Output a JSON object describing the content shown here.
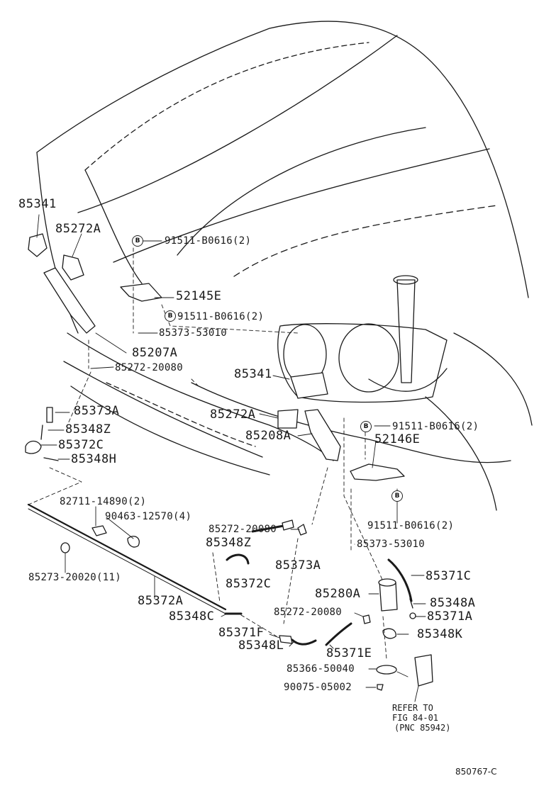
{
  "diagram_id": "850767-C",
  "bolt_symbol": "B",
  "colors": {
    "ink": "#1a1a1a",
    "background": "#ffffff"
  },
  "labels": {
    "p85341_left": "85341",
    "p85272A_left": "85272A",
    "p91511_1": "91511-B0616(2)",
    "p52145E": "52145E",
    "p91511_2": "91511-B0616(2)",
    "p85373_53010_top": "85373-53010",
    "p85207A": "85207A",
    "p85272_20080_top": "85272-20080",
    "p85341_right": "85341",
    "p85373A_left": "85373A",
    "p85348Z_left": "85348Z",
    "p85372C_left": "85372C",
    "p85348H": "85348H",
    "p85272A_right": "85272A",
    "p85208A": "85208A",
    "p91511_3": "91511-B0616(2)",
    "p52146E": "52146E",
    "p82711": "82711-14890(2)",
    "p90463": "90463-12570(4)",
    "p91511_4": "91511-B0616(2)",
    "p85272_20080_mid": "85272-20080",
    "p85348Z_mid": "85348Z",
    "p85373_53010_right": "85373-53010",
    "p85373A_mid": "85373A",
    "p85273": "85273-20020(11)",
    "p85371C": "85371C",
    "p85372C_mid": "85372C",
    "p85280A": "85280A",
    "p85348A": "85348A",
    "p85372A": "85372A",
    "p85272_20080_low": "85272-20080",
    "p85371A": "85371A",
    "p85348C": "85348C",
    "p85371F": "85371F",
    "p85348K": "85348K",
    "p85348L": "85348L",
    "p85371E": "85371E",
    "p85366": "85366-50040",
    "p90075": "90075-05002",
    "refer_line1": "REFER TO",
    "refer_line2": "FIG 84-01",
    "refer_line3": "(PNC 85942)"
  }
}
